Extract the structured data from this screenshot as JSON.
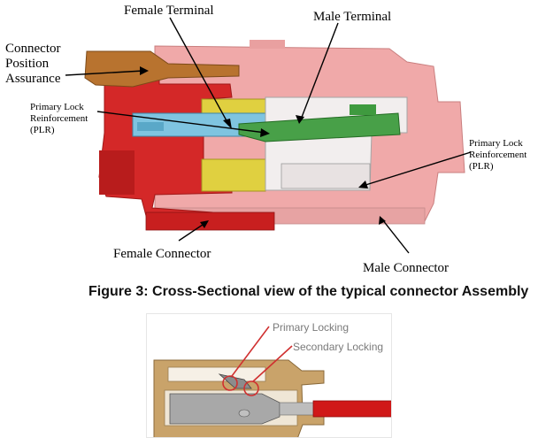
{
  "top_figure": {
    "labels": {
      "female_terminal": "Female Terminal",
      "male_terminal": "Male Terminal",
      "cpa": "Connector\nPosition\nAssurance",
      "plr_left": "Primary Lock\nReinforcement\n(PLR)",
      "plr_right": "Primary Lock\nReinforcement\n(PLR)",
      "female_connector": "Female Connector",
      "male_connector": "Male Connector"
    },
    "caption": "Figure 3: Cross-Sectional view of the typical connector Assembly"
  },
  "bottom_figure": {
    "labels": {
      "primary_locking": "Primary Locking",
      "secondary_locking": "Secondary Locking"
    }
  }
}
